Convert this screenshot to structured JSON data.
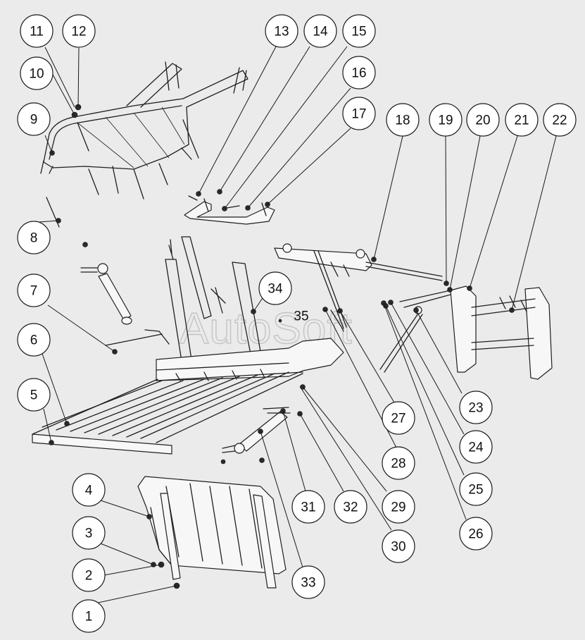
{
  "watermark": "AutoSoft",
  "callouts": [
    {
      "label": "1"
    },
    {
      "label": "2"
    },
    {
      "label": "3"
    },
    {
      "label": "4"
    },
    {
      "label": "5"
    },
    {
      "label": "6"
    },
    {
      "label": "7"
    },
    {
      "label": "8"
    },
    {
      "label": "9"
    },
    {
      "label": "10"
    },
    {
      "label": "11"
    },
    {
      "label": "12"
    },
    {
      "label": "13"
    },
    {
      "label": "14"
    },
    {
      "label": "15"
    },
    {
      "label": "16"
    },
    {
      "label": "17"
    },
    {
      "label": "18"
    },
    {
      "label": "19"
    },
    {
      "label": "20"
    },
    {
      "label": "21"
    },
    {
      "label": "22"
    },
    {
      "label": "23"
    },
    {
      "label": "24"
    },
    {
      "label": "25"
    },
    {
      "label": "26"
    },
    {
      "label": "27"
    },
    {
      "label": "28"
    },
    {
      "label": "29"
    },
    {
      "label": "30"
    },
    {
      "label": "31"
    },
    {
      "label": "32"
    },
    {
      "label": "33"
    },
    {
      "label": "34"
    },
    {
      "label": "35"
    }
  ]
}
